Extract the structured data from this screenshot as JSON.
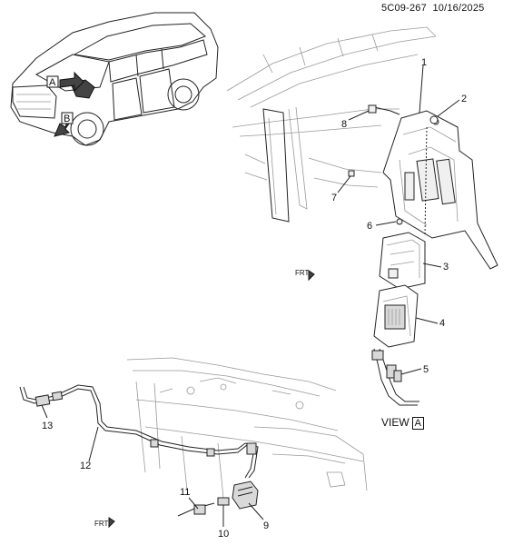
{
  "header": {
    "ref": "5C09-267",
    "date": "10/16/2025"
  },
  "view_label": "VIEW",
  "view_letter": "A",
  "callout_letters": {
    "a": "A",
    "b": "B"
  },
  "front_labels": {
    "upper": "FRT",
    "lower": "FRT"
  },
  "callouts": {
    "c1": "1",
    "c2": "2",
    "c3": "3",
    "c4": "4",
    "c5": "5",
    "c6": "6",
    "c7": "7",
    "c8": "8",
    "c9": "9",
    "c10": "10",
    "c11": "11",
    "c12": "12",
    "c13": "13"
  }
}
